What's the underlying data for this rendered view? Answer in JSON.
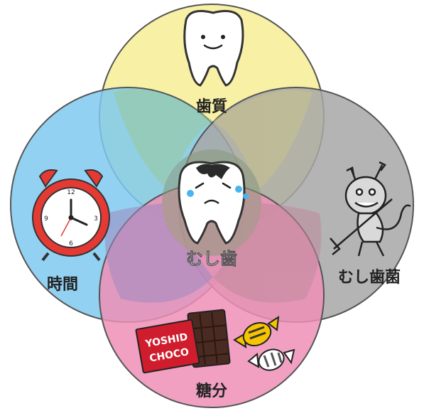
{
  "diagram": {
    "labels": {
      "top": "歯質",
      "left": "時間",
      "right": "むし歯菌",
      "bottom": "糖分",
      "center": "むし歯"
    },
    "candy_box_text": {
      "line1": "YOSHID",
      "line2": "CHOCO"
    },
    "circle_colors": {
      "top": "#f7ee9a",
      "left": "#7fc9ee",
      "right": "#a7a7a7",
      "bottom": "#ee8fb6"
    },
    "icons": {
      "top": "happy-tooth-icon",
      "left": "alarm-clock-icon",
      "right": "germ-devil-icon",
      "bottom": "chocolate-candy-icon",
      "center": "crying-decayed-tooth-icon"
    }
  }
}
